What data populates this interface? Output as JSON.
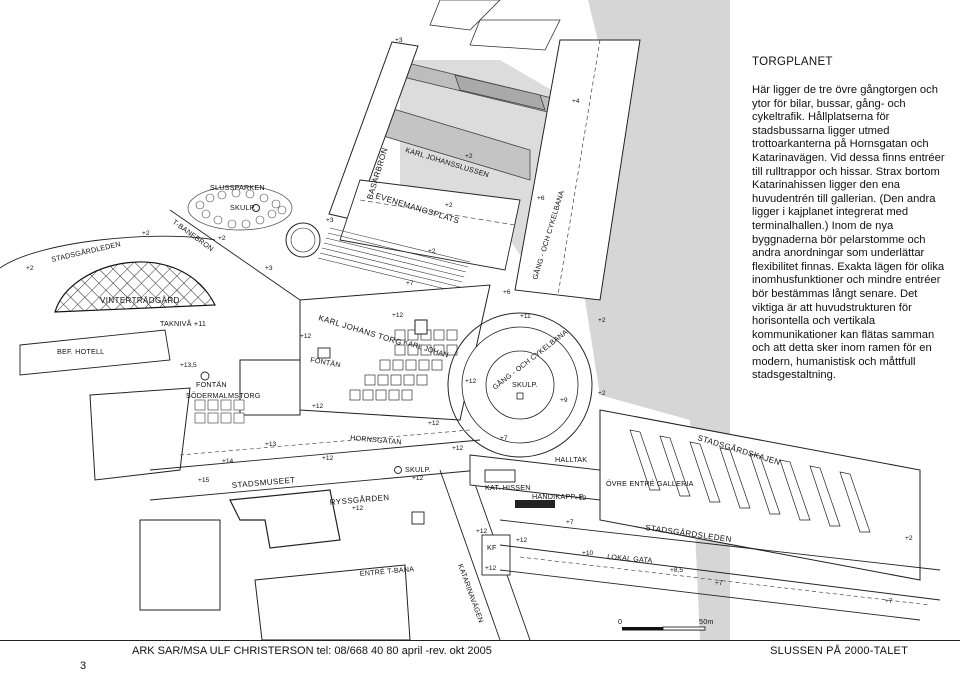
{
  "panel": {
    "title": "TORGPLANET",
    "body": "Här ligger de tre övre gångtorgen och ytor för bilar, bussar, gång- och cykeltrafik. Hållplatserna för stadsbussarna ligger utmed trottoarkanterna på Hornsgatan och Katarinavägen. Vid dessa finns entréer till rulltrappor och hissar. Strax bortom Katarinahissen ligger den ena huvudentrén till gallerian. (Den andra ligger i kajplanet integrerat med terminalhallen.) Inom de nya byggnaderna bör pelarstomme och andra anordningar som underlättar flexibilitet finnas. Exakta lägen för olika inomhusfunktioner och mindre entréer bör bestämmas långt senare. Det viktiga är att huvudstrukturen för horisontella och vertikala kommunikationer kan flätas samman och att detta sker inom ramen för en modern, humanistisk och måttfull stadsgestaltning."
  },
  "footer": {
    "credits": "ARK SAR/MSA ULF CHRISTERSON    tel: 08/668 40 80    april -rev. okt 2005",
    "project": "SLUSSEN PÅ 2000-TALET",
    "page_number": "3"
  },
  "scale_bar": {
    "start": "0",
    "end": "50m"
  },
  "map": {
    "labels": {
      "basarbron": "BASARBRON",
      "karl_johansslussen": "KARL JOHANSSLUSSEN",
      "evenemangsplats": "EVENEMANGSPLATS",
      "slussparken": "SLUSSPARKEN",
      "skulp_park": "SKULP.",
      "t_banebron": "T-BANEBRON",
      "stadsgardleden_west": "STADSGÅRDLEDEN",
      "vintertradgard": "VINTERTRÄDGÅRD",
      "takniva": "TAKNIVÅ +11",
      "bef_hotell": "BEF. HOTELL",
      "fontan_west": "FONTÄN",
      "sodermalmstorg": "SÖDERMALMSTORG",
      "karl_johans_torg": "KARL JOHANS TORG",
      "karl_johan": "KARL JOHAN",
      "fontan_torg": "FONTÄN",
      "hornsgatan": "HORNSGATAN",
      "stadsmuseet": "STADSMUSEET",
      "ryssgarden": "RYSSGÅRDEN",
      "skulp_south": "SKULP.",
      "entre_tbana": "ENTRÉ T-BANA",
      "katarinavagen": "KATARINAVÄGEN",
      "gang_och_cykelbana_ramp": "GÅNG - OCH CYKELBANA",
      "skulp_ramp": "SKULP.",
      "gang_och_cykelbana_bridge": "GÅNG - OCH CYKELBANA",
      "halltak": "HALLTAK",
      "kat_hissen": "KAT. HISSEN",
      "handikapp": "HANDIKAPP. P.",
      "ovre_entre": "ÖVRE ENTRÉ GALLERIA",
      "kf": "KF",
      "stadsgardskajen": "STADSGÅRDSKAJEN",
      "stadsgardsleden_east": "STADSGÅRDSLEDEN",
      "lokal_gata": "LOKAL GATA"
    },
    "levels": {
      "l_top": "+3",
      "l_bridge": "+4",
      "l_sluss": "+2",
      "l_even": "+2",
      "l_even2": "+2",
      "l_t1": "+3",
      "l_t2": "+3",
      "l_sg": "+2",
      "l_w": "+2",
      "l_tb": "+2",
      "l_b6": "+6",
      "l_b6b": "+6",
      "l_kjt": "+12",
      "l_kjt2": "+12",
      "l_kjt3": "+12",
      "l_7": "+7",
      "l_fw": "+13,5",
      "l_12a": "+12",
      "l_13": "+13",
      "l_14": "+14",
      "l_12b": "+12",
      "l_12c": "+12",
      "l_15": "+15",
      "l_12d": "+12",
      "l_12e": "+12",
      "l_12f": "+12",
      "l_r1": "+12",
      "l_r2": "+7",
      "l_r3": "+11",
      "l_r4": "+9",
      "l_e2": "+2",
      "l_e3": "+2",
      "l_k12": "+12",
      "l_k12b": "+12",
      "l_s7": "+7",
      "l_s10": "+10",
      "l_s85": "+8,5",
      "l_s7b": "+7",
      "l_s7c": "+7",
      "l_s2": "+2",
      "l_kf12": "+12"
    }
  }
}
